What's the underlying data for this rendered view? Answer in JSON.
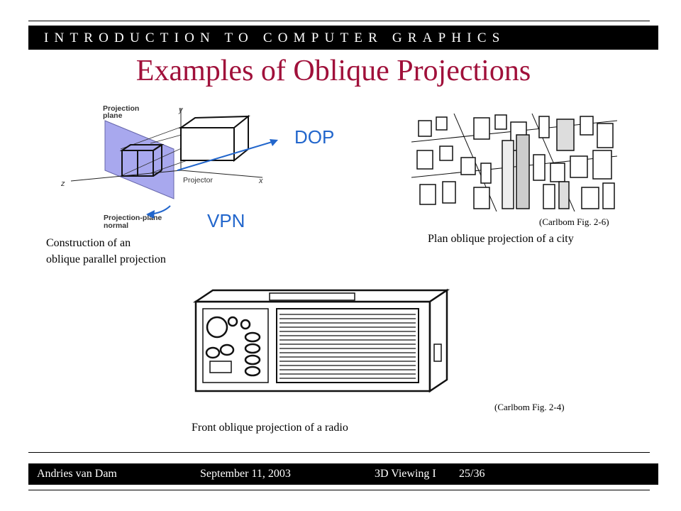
{
  "header": {
    "course_banner": "INTRODUCTION TO COMPUTER GRAPHICS"
  },
  "slide": {
    "title": "Examples of Oblique Projections"
  },
  "figures": {
    "construction": {
      "caption_line1": "Construction of an",
      "caption_line2": "oblique parallel projection",
      "labels": {
        "projection_plane_1": "Projection",
        "projection_plane_2": "plane",
        "axis_y": "y",
        "axis_x": "x",
        "axis_z": "z",
        "projector": "Projector",
        "normal_1": "Projection-plane",
        "normal_2": "normal",
        "dop": "DOP",
        "vpn": "VPN"
      }
    },
    "city": {
      "credit": "(Carlbom Fig. 2-6)",
      "caption": "Plan oblique projection of a city"
    },
    "radio": {
      "credit": "(Carlbom Fig. 2-4)",
      "caption": "Front oblique projection of a radio"
    }
  },
  "footer": {
    "author": "Andries van Dam",
    "date": "September 11, 2003",
    "topic": "3D Viewing I",
    "page": "25/36"
  }
}
